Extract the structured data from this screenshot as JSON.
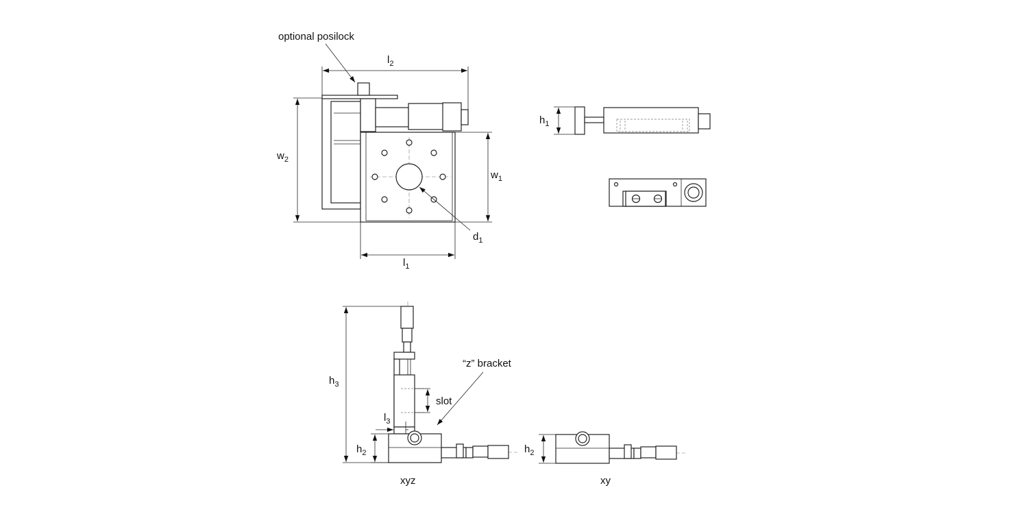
{
  "labels": {
    "optional_posilock": "optional posilock",
    "l2": {
      "base": "l",
      "sub": "2"
    },
    "w2": {
      "base": "w",
      "sub": "2"
    },
    "w1": {
      "base": "w",
      "sub": "1"
    },
    "d1": {
      "base": "d",
      "sub": "1"
    },
    "l1": {
      "base": "l",
      "sub": "1"
    },
    "h1": {
      "base": "h",
      "sub": "1"
    },
    "h3": {
      "base": "h",
      "sub": "3"
    },
    "z_bracket": "“z” bracket",
    "slot": "slot",
    "l3": {
      "base": "l",
      "sub": "3"
    },
    "h2_xyz": {
      "base": "h",
      "sub": "2"
    },
    "h2_xy": {
      "base": "h",
      "sub": "2"
    },
    "xyz": "xyz",
    "xy": "xy"
  },
  "colors": {
    "line": "#222222",
    "hidden_line": "#777777",
    "background": "#ffffff"
  }
}
